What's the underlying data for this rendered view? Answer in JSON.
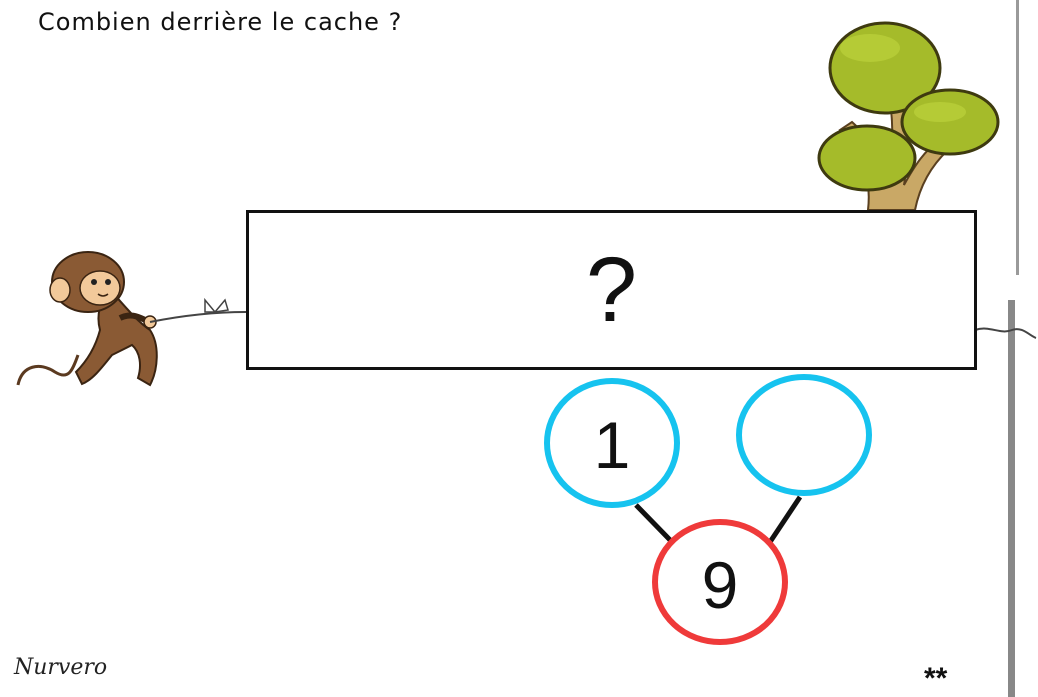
{
  "exercise": {
    "title": "Combien derrière le cache  ?",
    "cache_label": "?",
    "bond": {
      "part_left": "1",
      "part_right": "",
      "whole": "9"
    },
    "brand": "Nurvero",
    "difficulty": "**"
  },
  "colors": {
    "part_circle": "#16c3ef",
    "whole_circle": "#ef3a3a",
    "tree_foliage": "#a5bb2a",
    "tree_trunk": "#c9a866",
    "monkey": "#8a5a34"
  },
  "icons": {
    "monkey": "monkey-pulling-rope-icon",
    "tree": "tree-icon"
  }
}
